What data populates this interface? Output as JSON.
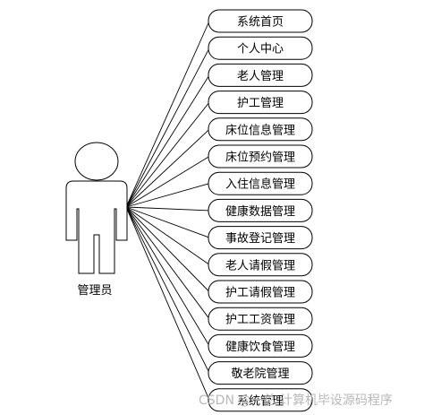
{
  "actor": {
    "label": "管理员"
  },
  "use_cases": [
    "系统首页",
    "个人中心",
    "老人管理",
    "护工管理",
    "床位信息管理",
    "床位预约管理",
    "入住信息管理",
    "健康数据管理",
    "事故登记管理",
    "老人请假管理",
    "护工请假管理",
    "护工工资管理",
    "健康饮食管理",
    "敬老院管理",
    "系统管理"
  ],
  "watermark": "CSDN @一总 计算机毕设源码程序",
  "colors": {
    "line": "#000000",
    "background": "#ffffff",
    "watermark": "#b8b8b8"
  }
}
